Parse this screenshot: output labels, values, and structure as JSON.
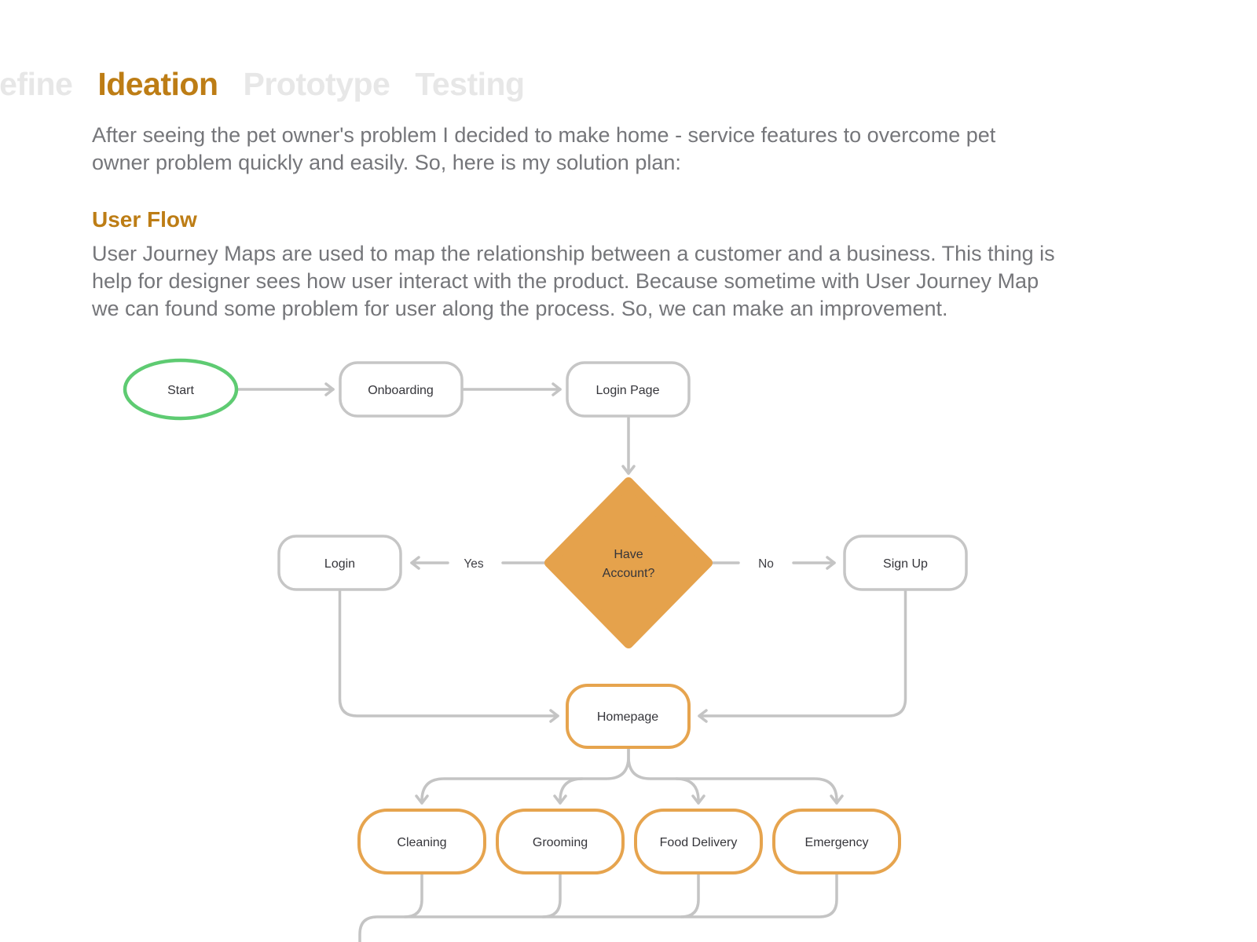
{
  "nav": {
    "tabs": [
      {
        "label": "Define",
        "active": false
      },
      {
        "label": "Ideation",
        "active": true
      },
      {
        "label": "Prototype",
        "active": false
      },
      {
        "label": "Testing",
        "active": false
      }
    ]
  },
  "intro": {
    "lines": [
      "After seeing the pet owner's problem I decided to make home - service features to overcome pet",
      "owner problem quickly and easily. So, here is my solution plan:"
    ]
  },
  "section": {
    "title": "User Flow",
    "lines": [
      "User Journey Maps are used to map the relationship between a customer and a business. This thing is",
      "help for designer sees how user interact with the product. Because sometime with User Journey Map",
      "we can found some problem for user along the process. So, we can make an improvement."
    ]
  },
  "flow": {
    "nodes": {
      "start": {
        "label": "Start"
      },
      "onboarding": {
        "label": "Onboarding"
      },
      "login_page": {
        "label": "Login Page"
      },
      "have_account": {
        "line1": "Have",
        "line2": "Account?"
      },
      "login": {
        "label": "Login"
      },
      "sign_up": {
        "label": "Sign Up"
      },
      "homepage": {
        "label": "Homepage"
      },
      "cleaning": {
        "label": "Cleaning"
      },
      "grooming": {
        "label": "Grooming"
      },
      "food_delivery": {
        "label": "Food Delivery"
      },
      "emergency": {
        "label": "Emergency"
      }
    },
    "edges": {
      "yes_label": "Yes",
      "no_label": "No"
    }
  },
  "colors": {
    "accent_orange": "#bd7d15",
    "node_orange": "#e6a44e",
    "diamond_fill": "#e5a24c",
    "line_gray": "#c4c4c4",
    "start_green": "#5ecb72",
    "body_text": "#75767a",
    "inactive_tab": "#e7e7e7"
  }
}
